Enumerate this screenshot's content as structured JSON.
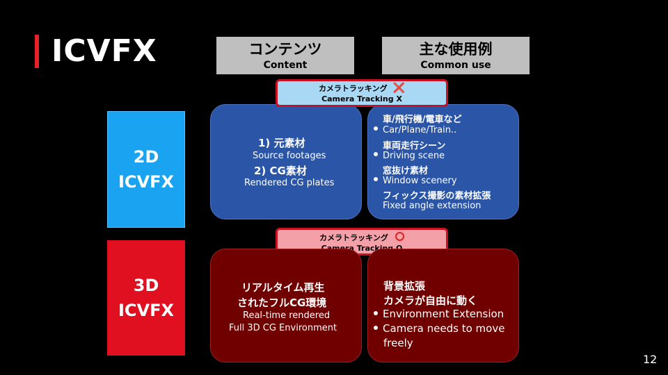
{
  "slide": {
    "title": "ICVFX",
    "page_number": "12"
  },
  "headers": {
    "content": {
      "jp": "コンテンツ",
      "en": "Content"
    },
    "common_use": {
      "jp": "主な使用例",
      "en": "Common use"
    }
  },
  "tags": {
    "tracking_x": {
      "jp": "カメラトラッキング",
      "en": "Camera Tracking X",
      "mark": "❌"
    },
    "tracking_o": {
      "jp": "カメラトラッキング",
      "en": "Camera Tracking O"
    }
  },
  "rows": {
    "icvfx_2d": {
      "label_line1": "2D",
      "label_line2": "ICVFX",
      "content": {
        "item1_jp": "1) 元素材",
        "item1_en": "Source footages",
        "item2_jp": "2) CG素材",
        "item2_en": "Rendered CG plates"
      },
      "use": {
        "h1": "車/飛行機/電車など",
        "b1": "Car/Plane/Train..",
        "h2": "車両走行シーン",
        "b2": "Driving scene",
        "h3": "窓抜け素材",
        "b3": "Window scenery",
        "h4": "フィックス撮影の素材拡張",
        "b4": "Fixed angle extension"
      }
    },
    "icvfx_3d": {
      "label_line1": "3D",
      "label_line2": "ICVFX",
      "content": {
        "jp1": "リアルタイム再生",
        "jp2": "されたフルCG環境",
        "en1": "Real-time rendered",
        "en2": "Full 3D CG Environment"
      },
      "use": {
        "jp1": "背景拡張",
        "jp2": "カメラが自由に動く",
        "b1": "Environment Extension",
        "b2_line1": "Camera needs to move",
        "b2_line2": "freely"
      }
    }
  },
  "colors": {
    "accent_red": "#e8202a",
    "box_2d": "#1aa3f0",
    "box_3d": "#e01020",
    "panel_blue": "#2b55a6",
    "panel_dark_red": "#700000",
    "header_gray": "#bfbfbf",
    "tag_blue": "#a8d8f4",
    "tag_pink": "#f4a0a8"
  }
}
